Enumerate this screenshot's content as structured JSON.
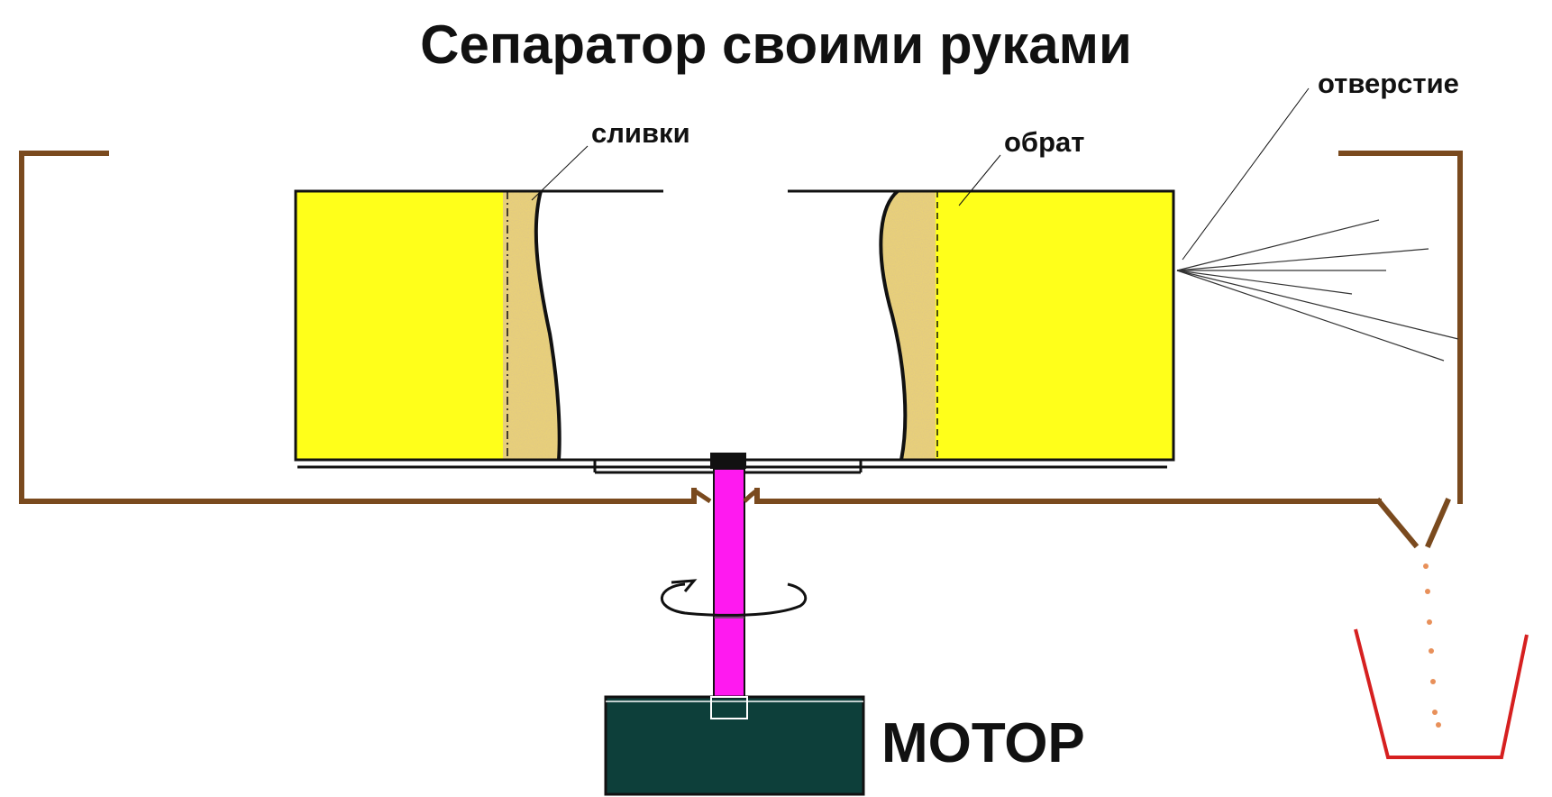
{
  "diagram": {
    "title": "Сепаратор своими руками",
    "labels": {
      "cream": "сливки",
      "skim": "обрат",
      "hole": "отверстие",
      "motor": "МОТОР"
    },
    "colors": {
      "milk": "#ffff1a",
      "cream_layer": "#e8d079",
      "housing": "#7a4a1e",
      "shaft": "#ff19f0",
      "motor": "#0d3f3a",
      "cup": "#d62020",
      "drops": "#e8905a",
      "outline": "#111111"
    }
  }
}
